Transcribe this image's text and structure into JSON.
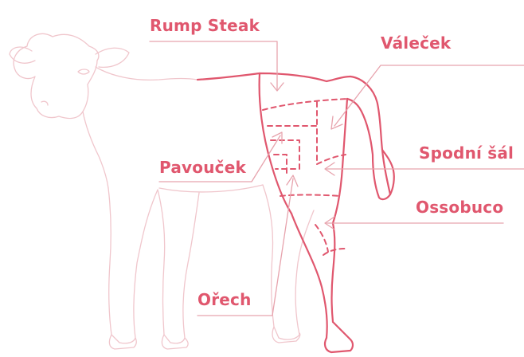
{
  "colors": {
    "accent": "#e0576e",
    "outline": "#f0c6cc",
    "leader": "#e7a3ad"
  },
  "labels": {
    "rump_steak": "Rump Steak",
    "valecek": "Váleček",
    "spodni_sal": "Spodní šál",
    "pavoucek": "Pavouček",
    "ossobuco": "Ossobuco",
    "orech": "Ořech"
  }
}
